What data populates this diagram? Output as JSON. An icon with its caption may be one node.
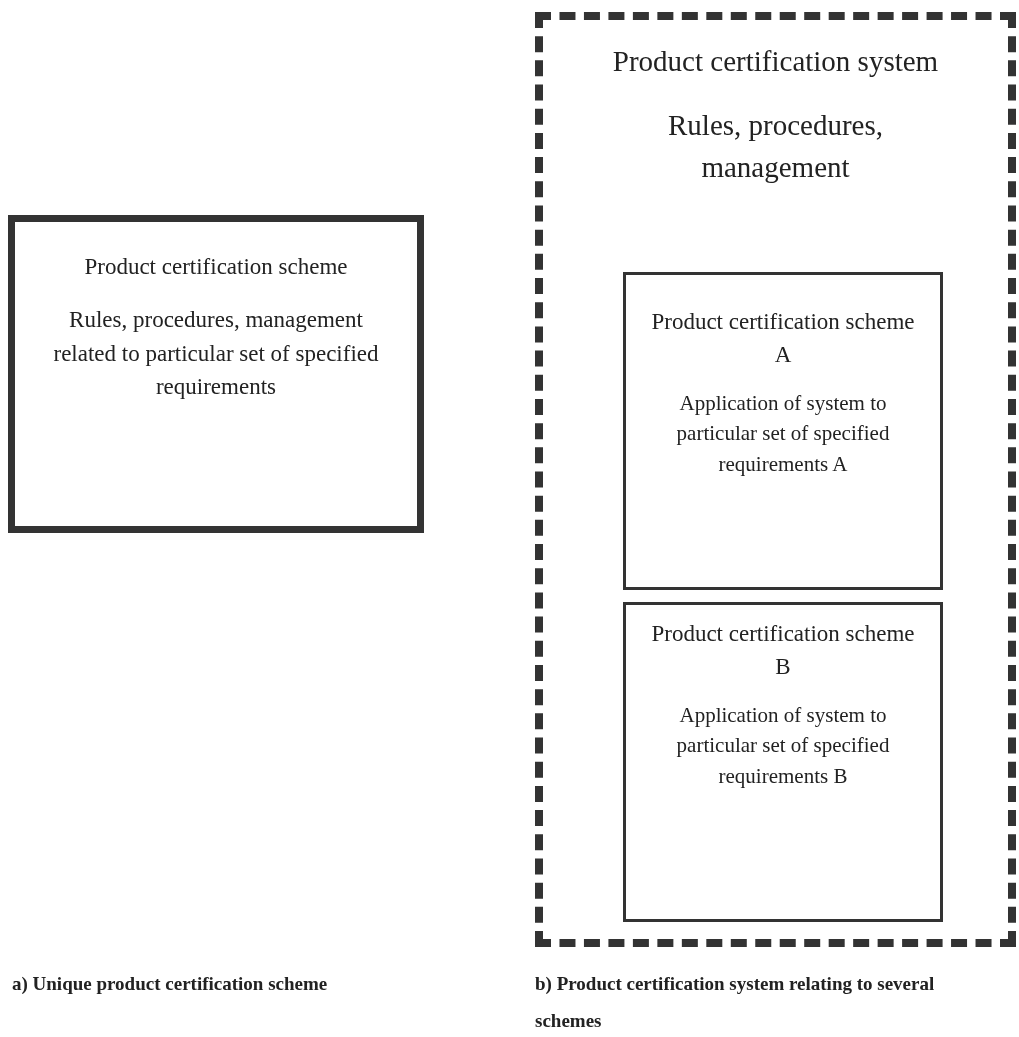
{
  "diagram": {
    "nodes": [
      {
        "text": [
          "Product certification scheme",
          "Rules, procedures, management related to particular set of specified requirements"
        ]
      },
      {
        "text": [
          "Product certification system",
          "Rules, procedures, management"
        ]
      },
      {
        "text": [
          "Product certification scheme A",
          "Application of system to particular set of specified requirements A"
        ],
        "in": 1
      },
      {
        "text": [
          "Product certification scheme B",
          "Application of system to particular set of specified requirements B"
        ],
        "in": 1
      }
    ],
    "edges": [],
    "labels": [
      "a) Unique product certification scheme",
      "b) Product certification system relating to several schemes"
    ]
  }
}
